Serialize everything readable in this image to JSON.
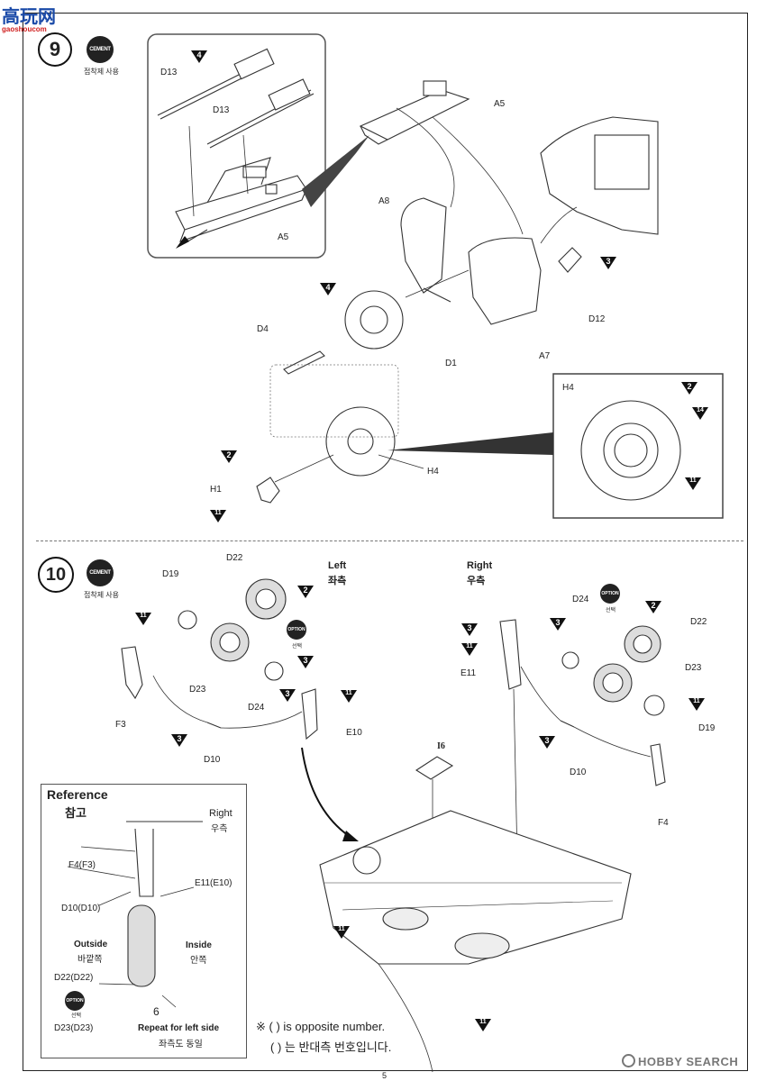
{
  "watermark": {
    "logo_text": "高玩网",
    "url_text": "gaoshoucom"
  },
  "step9": {
    "number": "9",
    "cement": "CEMENT",
    "cement_caption": "접착제 사용",
    "parts": {
      "d13a": "D13",
      "d13b": "D13",
      "a5_inset": "A5",
      "a5": "A5",
      "a8": "A8",
      "d4": "D4",
      "d1": "D1",
      "a7": "A7",
      "d12": "D12",
      "h4": "H4",
      "h4_zoom": "H4",
      "h1": "H1"
    },
    "marks": {
      "inset_4": "4",
      "d12_3": "3",
      "d1_4": "4",
      "h1_2": "2",
      "h1_11": "11",
      "zoom_2": "2",
      "zoom_14": "14",
      "zoom_11": "11"
    }
  },
  "step10": {
    "number": "10",
    "cement": "CEMENT",
    "cement_caption": "접착제 사용",
    "left_en": "Left",
    "left_ko": "좌측",
    "right_en": "Right",
    "right_ko": "우측",
    "option_label": "OPTION",
    "option_caption": "선택",
    "parts": {
      "d19l": "D19",
      "d22l": "D22",
      "d23l": "D23",
      "d24l": "D24",
      "f3": "F3",
      "d10l": "D10",
      "e10": "E10",
      "e11": "E11",
      "d24r": "D24",
      "d22r": "D22",
      "d23r": "D23",
      "d19r": "D19",
      "d10r": "D10",
      "f4": "F4",
      "i6": "I6"
    },
    "marks": {
      "d19l_11": "11",
      "d22l_2": "2",
      "d24l_3": "3",
      "e10_3": "3",
      "e10_11": "11",
      "f3_3": "3",
      "e11_3": "3",
      "e11_11": "11",
      "d24r_3": "3",
      "d22r_2": "2",
      "d19r_11": "11",
      "d10r_3": "3",
      "wing_11a": "11",
      "wing_11b": "11"
    }
  },
  "reference": {
    "title_en": "Reference",
    "title_ko": "참고",
    "right_en": "Right",
    "right_ko": "우측",
    "f4f3": "F4(F3)",
    "e11e10": "E11(E10)",
    "d10d10": "D10(D10)",
    "outside_en": "Outside",
    "outside_ko": "바깥쪽",
    "inside_en": "Inside",
    "inside_ko": "안쪽",
    "d22d22": "D22(D22)",
    "option": "OPTION",
    "option_caption": "선택",
    "d23d23": "D23(D23)",
    "six": "6",
    "repeat_en": "Repeat for left side",
    "repeat_ko": "좌측도 동일"
  },
  "notes": {
    "line1": "※ ( ) is opposite number.",
    "line2": "( ) 는 반대측 번호입니다."
  },
  "page_number": "5",
  "footer_logo": "HOBBY SEARCH"
}
